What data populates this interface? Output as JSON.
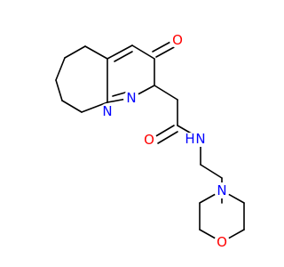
{
  "molecule": {
    "colors": {
      "bond": "#000000",
      "carbon": "#000000",
      "oxygen": "#ff0000",
      "nitrogen": "#0000ff"
    },
    "atoms": {
      "o_ketone": {
        "label": "O",
        "element": "O"
      },
      "n2": {
        "label": "N",
        "element": "N"
      },
      "n1": {
        "label": "N",
        "element": "N"
      },
      "o_amide": {
        "label": "O",
        "element": "O"
      },
      "n_amide": {
        "label": "N",
        "element": "N"
      },
      "h_amide": {
        "label": "H",
        "element": "N"
      },
      "n_morph": {
        "label": "N",
        "element": "N"
      },
      "o_morph": {
        "label": "O",
        "element": "O"
      }
    }
  }
}
